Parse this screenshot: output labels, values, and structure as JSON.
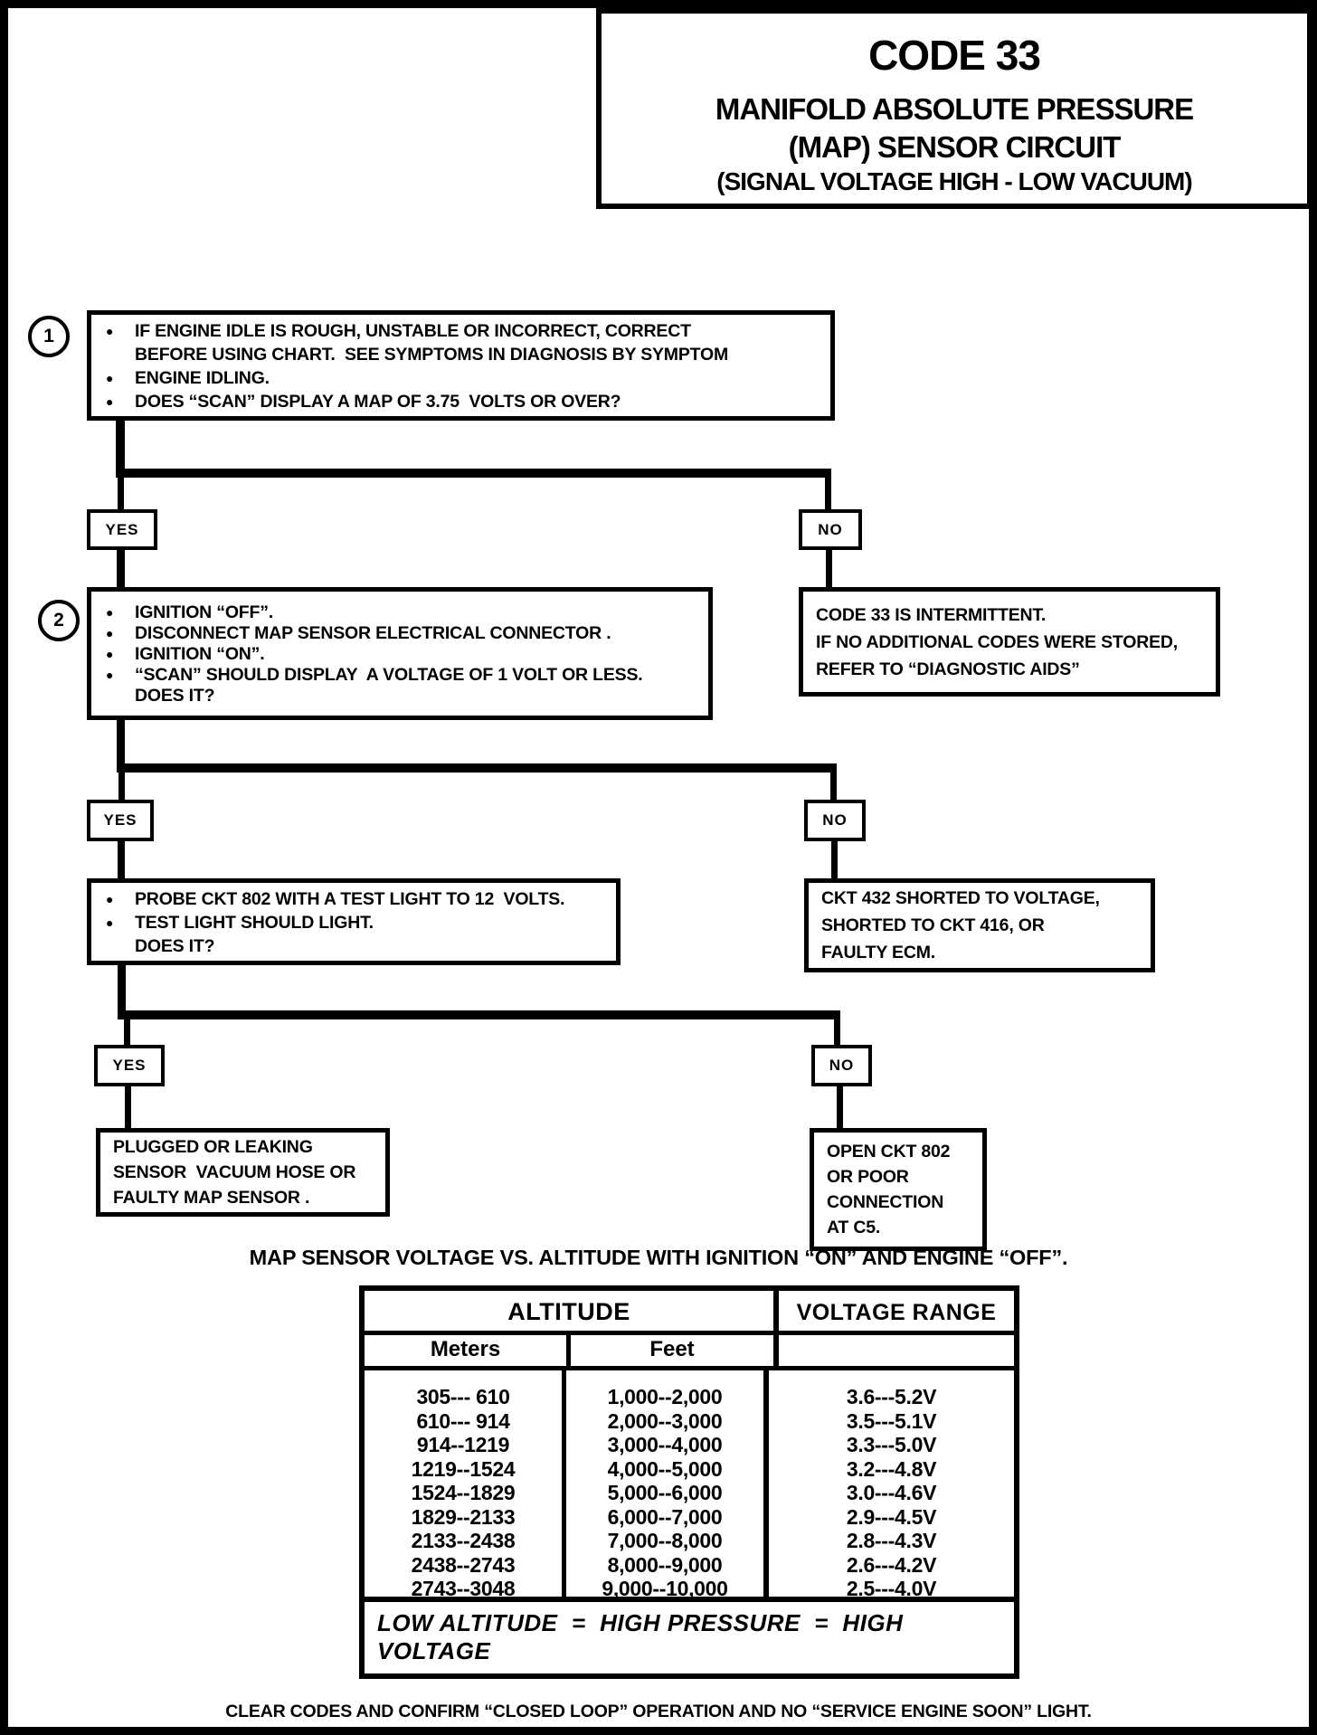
{
  "glyphs": {
    "bullet": "●"
  },
  "title": {
    "code": "CODE 33",
    "line1": "MANIFOLD ABSOLUTE PRESSURE",
    "line2": "(MAP) SENSOR CIRCUIT",
    "line3": "(SIGNAL VOLTAGE HIGH - LOW VACUUM)"
  },
  "flow": {
    "step1": {
      "number": "1",
      "bullets": [
        "IF ENGINE IDLE IS ROUGH, UNSTABLE OR INCORRECT, CORRECT BEFORE USING CHART.  SEE SYMPTOMS IN DIAGNOSIS BY SYMPTOM",
        "ENGINE IDLING.",
        "DOES “SCAN” DISPLAY A MAP OF 3.75  VOLTS OR OVER?"
      ]
    },
    "decision1": {
      "yes": "YES",
      "no": "NO"
    },
    "step2": {
      "number": "2",
      "bullets": [
        "IGNITION “OFF”.",
        "DISCONNECT MAP SENSOR ELECTRICAL CONNECTOR .",
        "IGNITION “ON”.",
        "“SCAN” SHOULD DISPLAY  A VOLTAGE OF 1 VOLT OR LESS.\nDOES IT?"
      ]
    },
    "intermittent_box": {
      "lines": [
        "CODE 33 IS INTERMITTENT.",
        "IF NO ADDITIONAL CODES WERE STORED,",
        "REFER TO “DIAGNOSTIC AIDS”"
      ]
    },
    "decision2": {
      "yes": "YES",
      "no": "NO"
    },
    "step3": {
      "bullets": [
        "PROBE CKT 802 WITH A TEST LIGHT TO 12  VOLTS.",
        "TEST LIGHT SHOULD LIGHT.\nDOES IT?"
      ]
    },
    "ckt432_box": {
      "lines": [
        "CKT 432 SHORTED TO VOLTAGE,",
        "SHORTED TO CKT 416, OR",
        "FAULTY ECM."
      ]
    },
    "decision3": {
      "yes": "YES",
      "no": "NO"
    },
    "plugged_box": {
      "lines": [
        "PLUGGED OR LEAKING",
        "SENSOR  VACUUM HOSE OR",
        "FAULTY MAP SENSOR ."
      ]
    },
    "open_ckt_box": {
      "lines": [
        "OPEN CKT 802",
        "OR POOR",
        "CONNECTION",
        "AT C5."
      ]
    }
  },
  "table": {
    "caption": "MAP SENSOR VOLTAGE VS. ALTITUDE WITH IGNITION “ON” AND ENGINE “OFF”.",
    "header": {
      "altitude": "ALTITUDE",
      "voltage_range": "VOLTAGE RANGE",
      "meters": "Meters",
      "feet": "Feet"
    },
    "rows": [
      {
        "meters": "305--- 610",
        "feet": "1,000--2,000",
        "voltage": "3.6---5.2V"
      },
      {
        "meters": "610--- 914",
        "feet": "2,000--3,000",
        "voltage": "3.5---5.1V"
      },
      {
        "meters": "914--1219",
        "feet": "3,000--4,000",
        "voltage": "3.3---5.0V"
      },
      {
        "meters": "1219--1524",
        "feet": "4,000--5,000",
        "voltage": "3.2---4.8V"
      },
      {
        "meters": "1524--1829",
        "feet": "5,000--6,000",
        "voltage": "3.0---4.6V"
      },
      {
        "meters": "1829--2133",
        "feet": "6,000--7,000",
        "voltage": "2.9---4.5V"
      },
      {
        "meters": "2133--2438",
        "feet": "7,000--8,000",
        "voltage": "2.8---4.3V"
      },
      {
        "meters": "2438--2743",
        "feet": "8,000--9,000",
        "voltage": "2.6---4.2V"
      },
      {
        "meters": "2743--3048",
        "feet": "9,000--10,000",
        "voltage": "2.5---4.0V"
      }
    ],
    "footer": "LOW ALTITUDE  =  HIGH PRESSURE  =  HIGH VOLTAGE"
  },
  "footer_note": "CLEAR CODES AND CONFIRM “CLOSED LOOP” OPERATION AND NO “SERVICE ENGINE SOON” LIGHT."
}
